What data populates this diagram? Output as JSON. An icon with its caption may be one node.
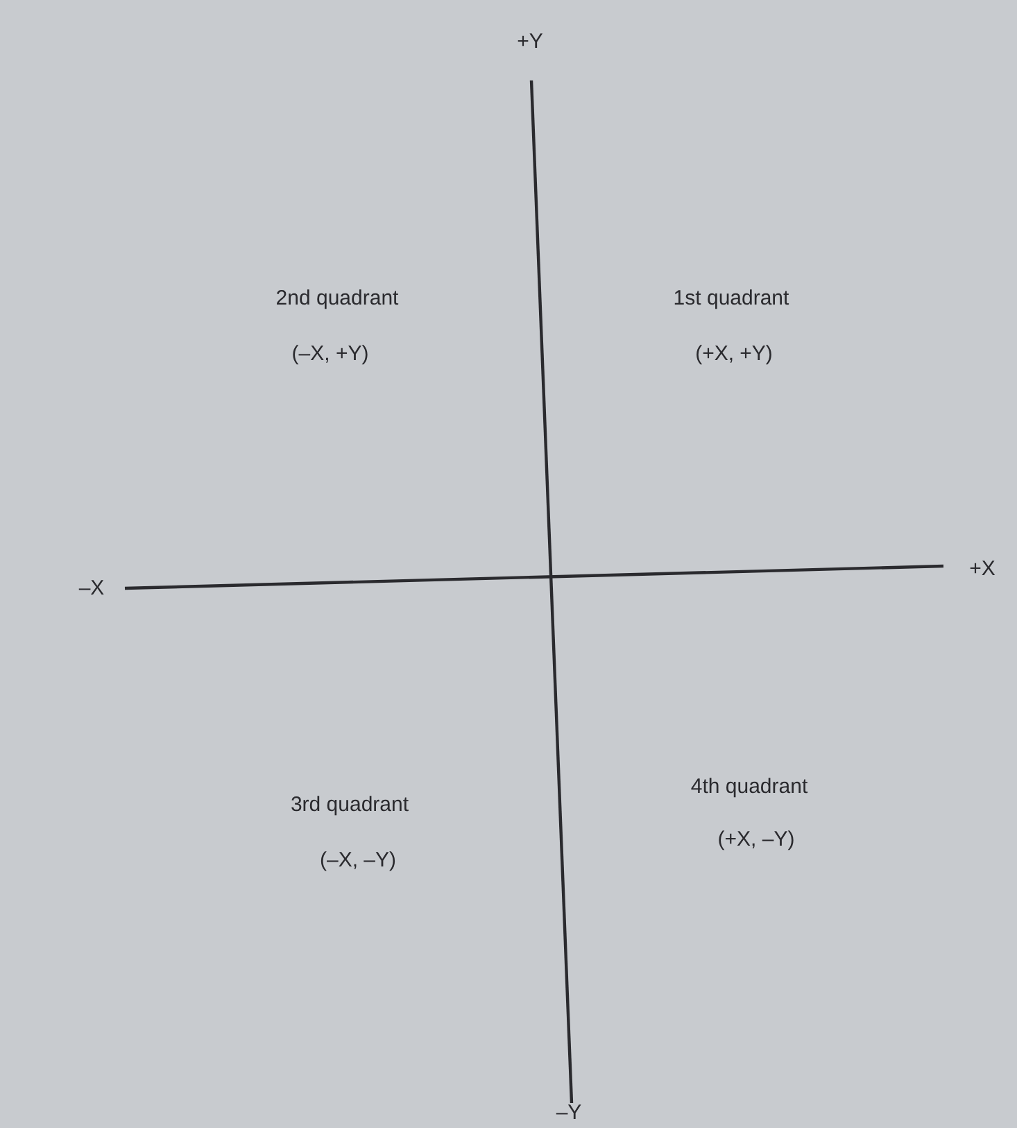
{
  "diagram": {
    "labels": [
      "+Y",
      "2nd quadrant",
      "(–X, +Y)",
      "1st quadrant",
      "(+X, +Y)",
      "–X",
      "+X",
      "3rd quadrant",
      "(–X, –Y)",
      "4th quadrant",
      "(+X, –Y)",
      "–Y"
    ]
  }
}
